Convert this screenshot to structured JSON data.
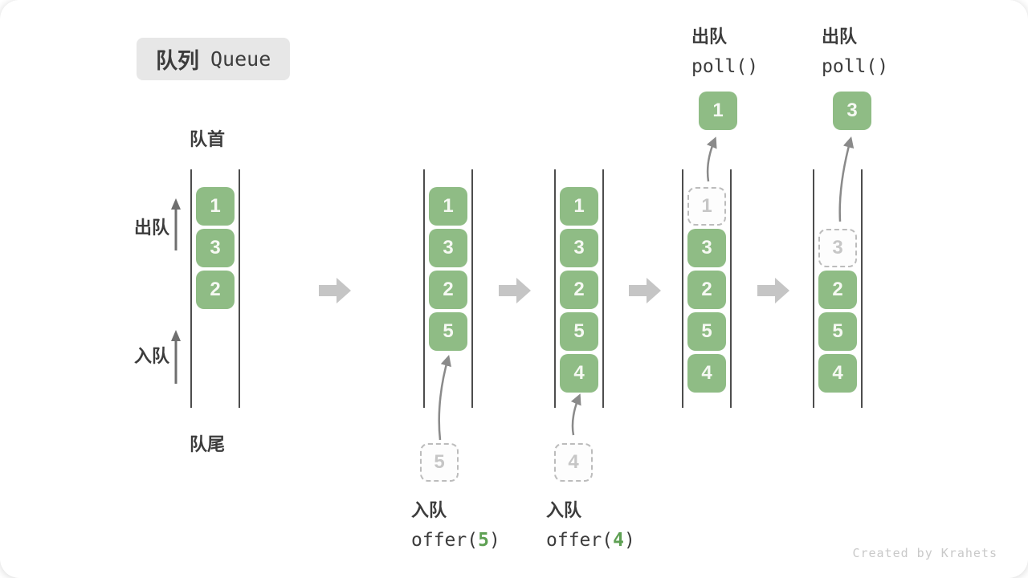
{
  "title": {
    "zh": "队列",
    "en": "Queue"
  },
  "labels": {
    "front": "队首",
    "rear": "队尾",
    "dequeue": "出队",
    "enqueue": "入队"
  },
  "watermark": "Created by Krahets",
  "colors": {
    "box_green": "#8fbc85",
    "code_green": "#5ea053",
    "block_arrow_gray": "#c5c5c5",
    "thin_arrow_gray": "#757575",
    "wall_gray": "#4d4d4d",
    "text_dark": "#3c3c3c",
    "dashed_gray": "#bcbcbc",
    "title_bg": "#e7e7e7"
  },
  "queues": [
    {
      "slots": [
        {
          "value": "1"
        },
        {
          "value": "3"
        },
        {
          "value": "2"
        }
      ]
    },
    {
      "slots": [
        {
          "value": "1"
        },
        {
          "value": "3"
        },
        {
          "value": "2"
        },
        {
          "value": "5"
        }
      ],
      "pending_value": "5",
      "op": {
        "label": "入队",
        "code_prefix": "offer(",
        "code_arg": "5",
        "code_suffix": ")"
      }
    },
    {
      "slots": [
        {
          "value": "1"
        },
        {
          "value": "3"
        },
        {
          "value": "2"
        },
        {
          "value": "5"
        },
        {
          "value": "4"
        }
      ],
      "pending_value": "4",
      "op": {
        "label": "入队",
        "code_prefix": "offer(",
        "code_arg": "4",
        "code_suffix": ")"
      }
    },
    {
      "slots": [
        {
          "value": "1",
          "dashed": true
        },
        {
          "value": "3"
        },
        {
          "value": "2"
        },
        {
          "value": "5"
        },
        {
          "value": "4"
        }
      ],
      "popped_value": "1",
      "op": {
        "label": "出队",
        "code": "poll()"
      }
    },
    {
      "slots": [
        {
          "value": "3",
          "dashed": true
        },
        {
          "value": "2"
        },
        {
          "value": "5"
        },
        {
          "value": "4"
        }
      ],
      "popped_value": "3",
      "op": {
        "label": "出队",
        "code": "poll()"
      }
    }
  ]
}
